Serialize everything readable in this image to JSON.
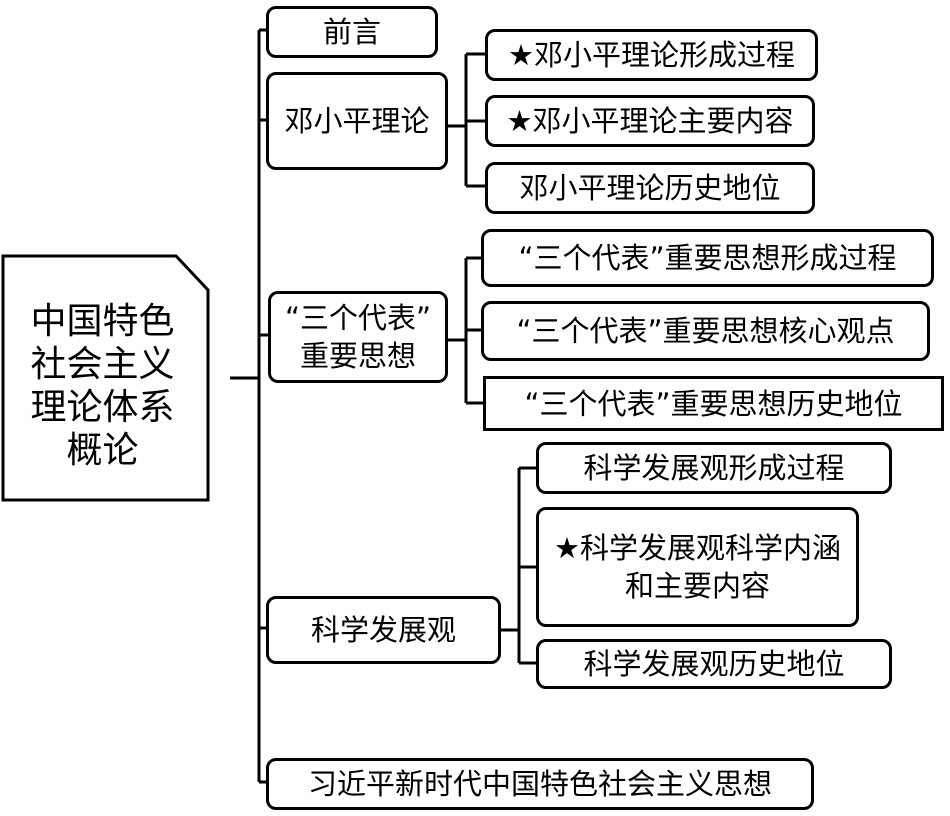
{
  "root": {
    "text": "中国特色\n社会主义\n理论体系\n概论"
  },
  "level1": [
    {
      "text": "前言"
    },
    {
      "text": "邓小平理论"
    },
    {
      "text": "“三个代表”\n重要思想"
    },
    {
      "text": "科学发展观"
    },
    {
      "text": "习近平新时代中国特色社会主义思想"
    }
  ],
  "deng_children": [
    {
      "text": "★邓小平理论形成过程"
    },
    {
      "text": "★邓小平理论主要内容"
    },
    {
      "text": "邓小平理论历史地位"
    }
  ],
  "three_rep_children": [
    {
      "text": "“三个代表”重要思想形成过程"
    },
    {
      "text": "“三个代表”重要思想核心观点"
    },
    {
      "text": "“三个代表”重要思想历史地位"
    }
  ],
  "sci_children": [
    {
      "text": "科学发展观形成过程"
    },
    {
      "text": "★科学发展观科学内涵\n和主要内容"
    },
    {
      "text": "科学发展观历史地位"
    }
  ]
}
